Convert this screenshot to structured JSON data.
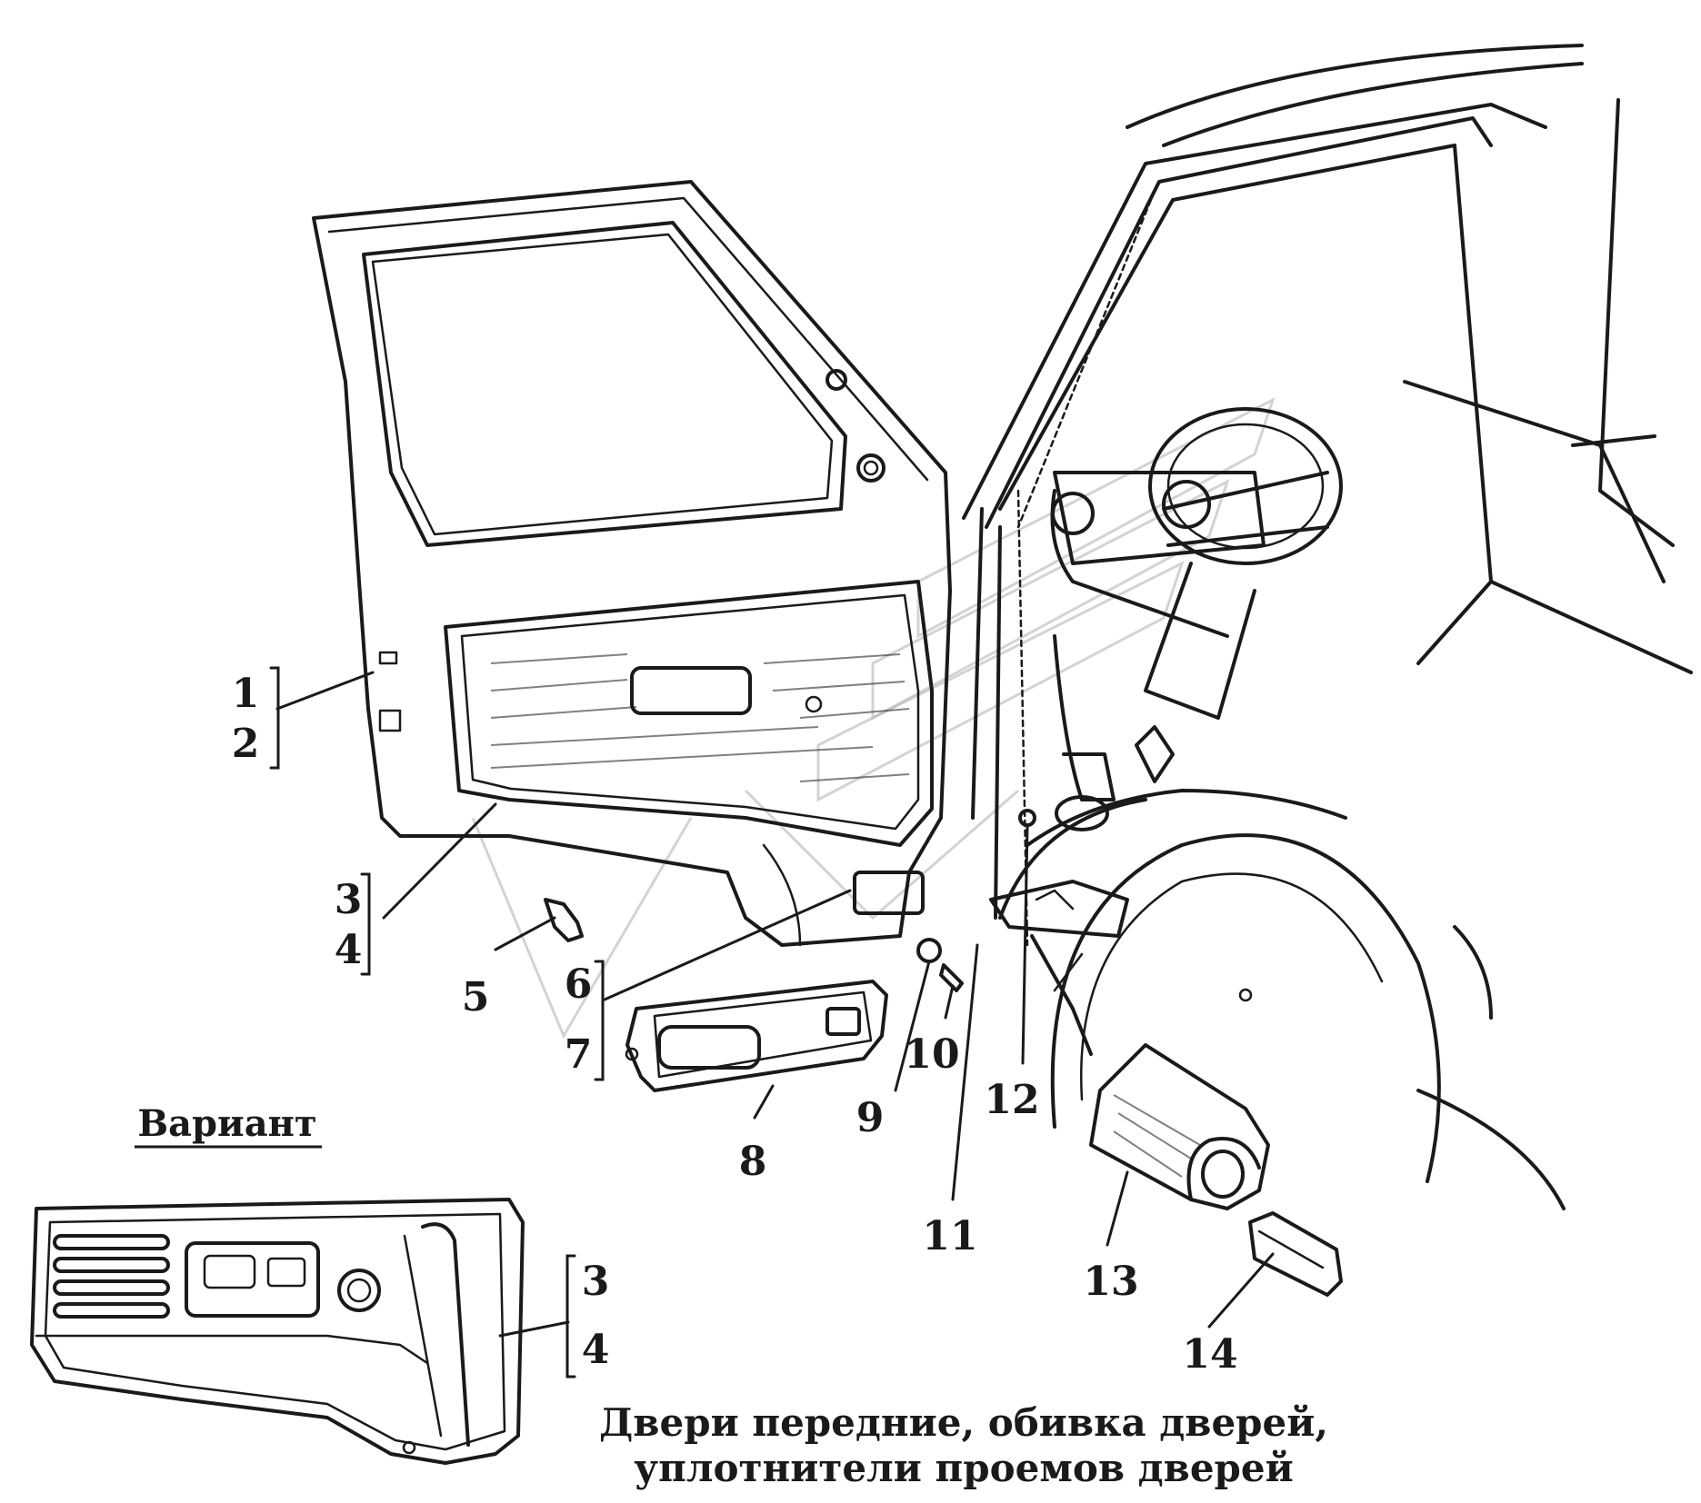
{
  "diagram": {
    "variant_label": "Вариант",
    "caption_line1": "Двери передние, обивка дверей,",
    "caption_line2": "уплотнители проемов дверей",
    "callouts": {
      "c1": "1",
      "c2": "2",
      "c3": "3",
      "c4": "4",
      "c5": "5",
      "c6": "6",
      "c7": "7",
      "c8": "8",
      "c9": "9",
      "c10": "10",
      "c11": "11",
      "c12": "12",
      "c13": "13",
      "c14": "14",
      "c3b": "3",
      "c4b": "4"
    }
  }
}
